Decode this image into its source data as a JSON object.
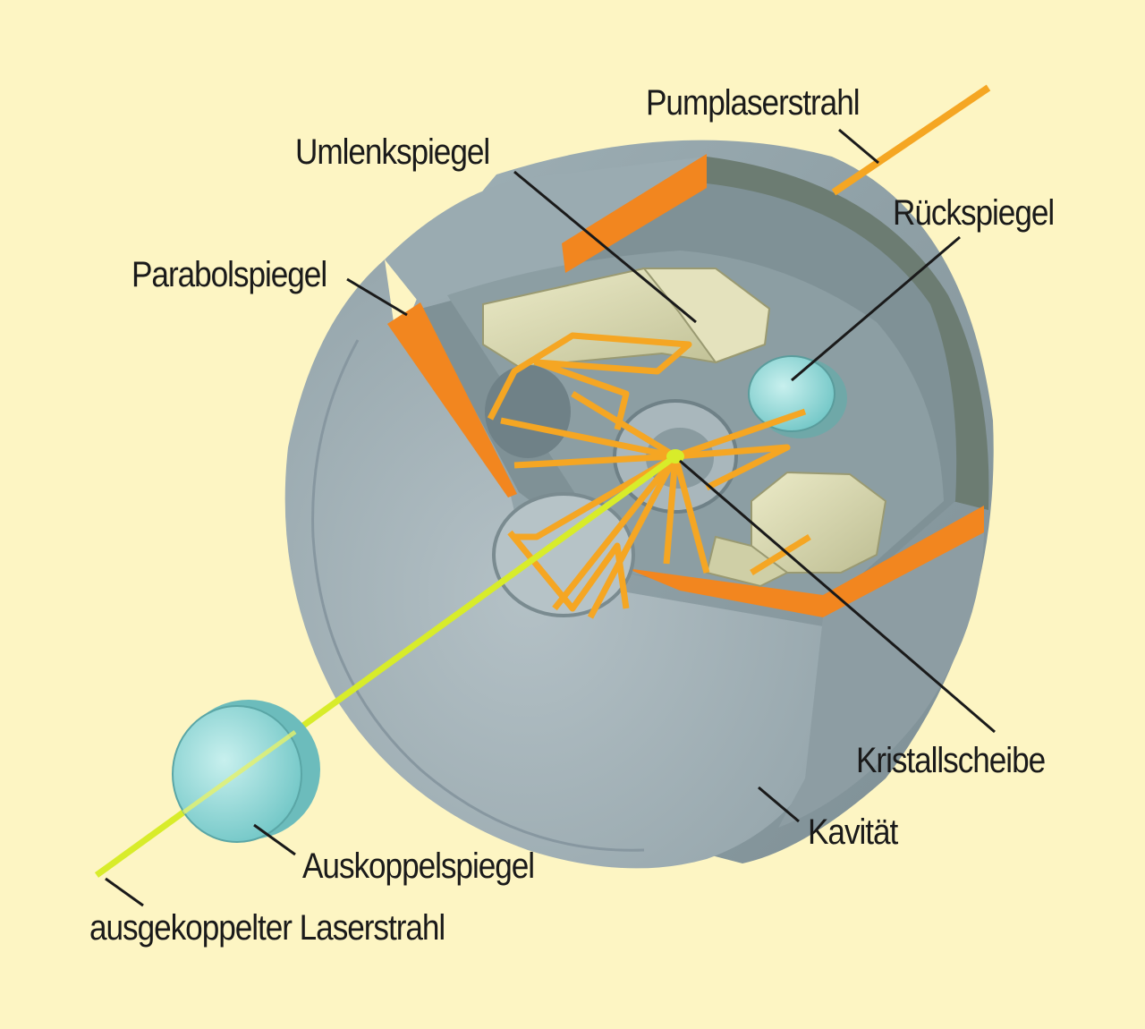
{
  "labels": {
    "pumplaserstrahl": "Pumplaserstrahl",
    "umlenkspiegel": "Umlenkspiegel",
    "rueckspiegel": "Rückspiegel",
    "parabolspiegel": "Parabolspiegel",
    "kristallscheibe": "Kristallscheibe",
    "kavitaet": "Kavität",
    "auskoppelspiegel": "Auskoppelspiegel",
    "ausgekoppelter_laserstrahl": "ausgekoppelter Laserstrahl"
  },
  "colors": {
    "background": "#fdf5c3",
    "housing_face": "#a9b7bc",
    "housing_side": "#8a9aa0",
    "interior": "#7f9196",
    "cutaway_edge": "#f2861f",
    "pump_beam": "#f5a623",
    "output_beam": "#d8ec2a",
    "mirror_glass": "#8fd8d6",
    "prism": "#dcdcb4",
    "leader_line": "#1a1a1a"
  }
}
